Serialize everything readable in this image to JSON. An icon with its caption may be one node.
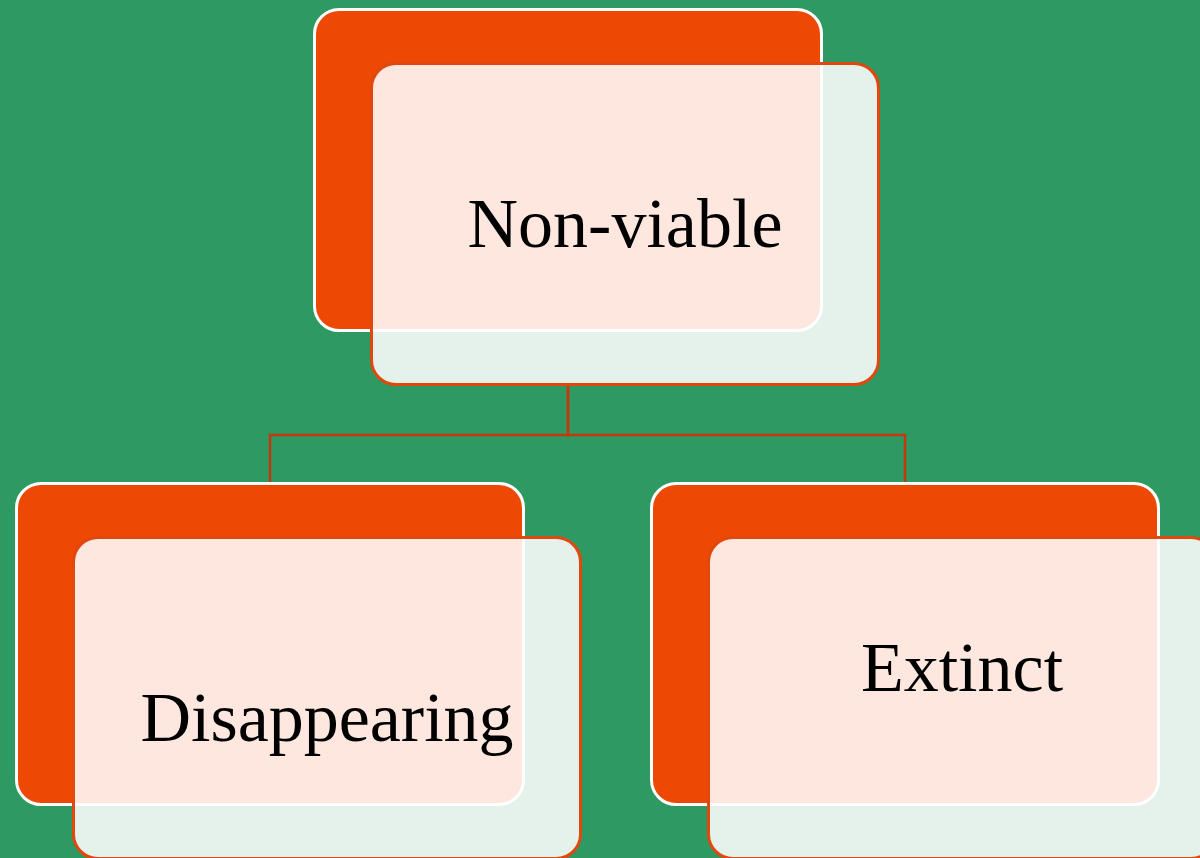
{
  "diagram": {
    "nodes": [
      {
        "text": [
          "Non-viable"
        ]
      },
      {
        "text": [
          "Disappearing"
        ]
      },
      {
        "text": [
          "Extinct"
        ]
      }
    ],
    "edges": [
      {
        "from": 0,
        "to": 1,
        "arrow": "none"
      },
      {
        "from": 0,
        "to": 2,
        "arrow": "none"
      }
    ]
  }
}
